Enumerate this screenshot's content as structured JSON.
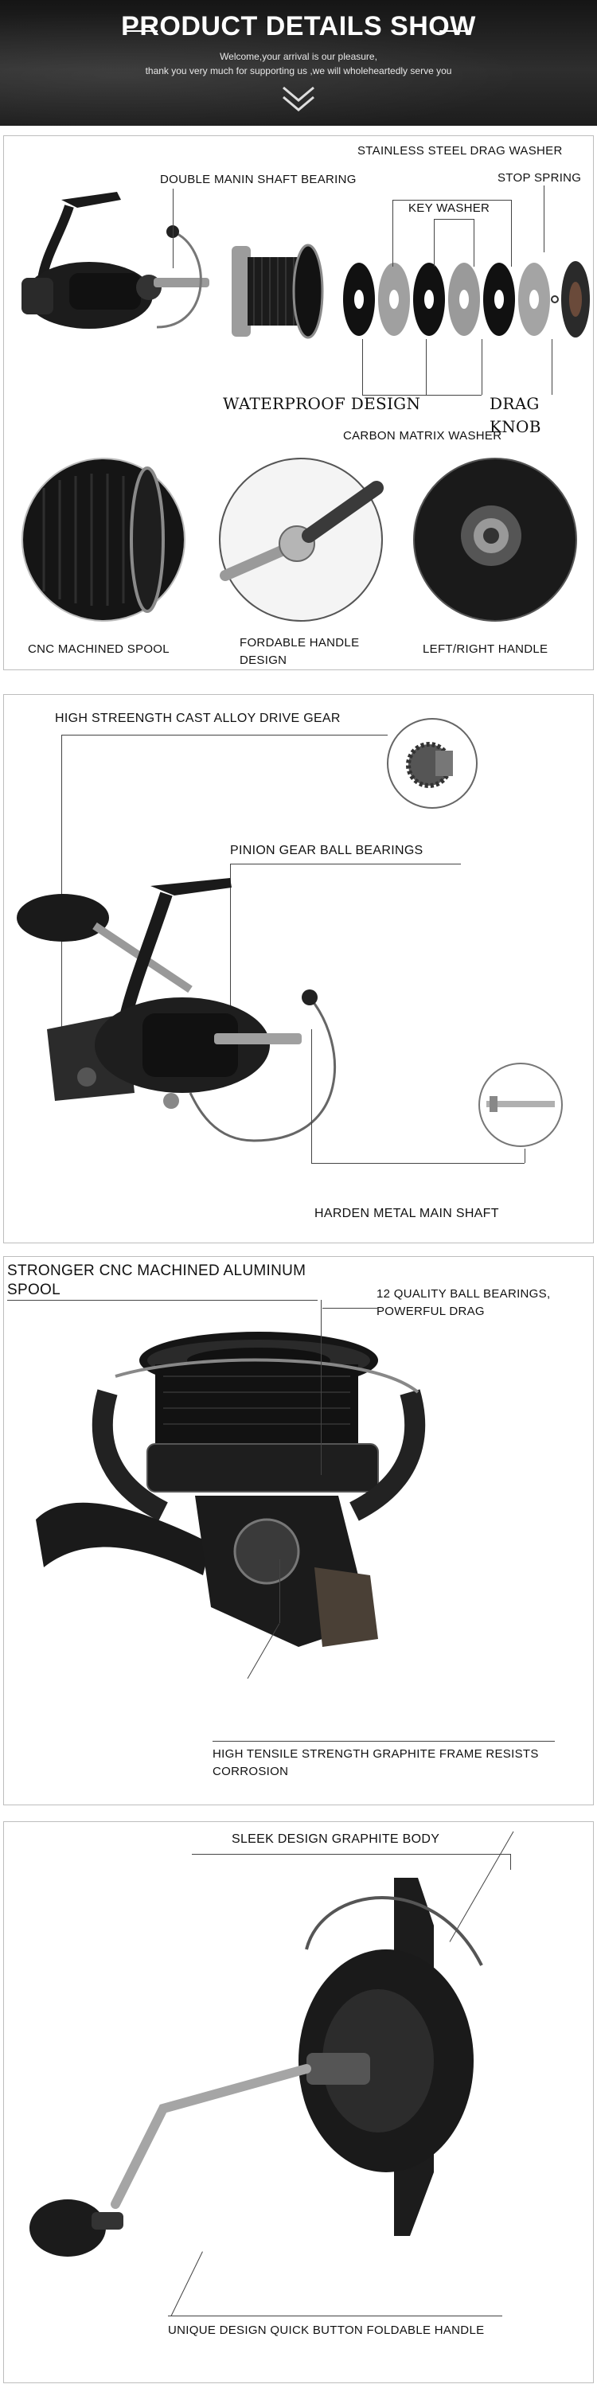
{
  "header": {
    "title": "PRODUCT DETAILS SHOW",
    "welcome": "Welcome,your arrival is our pleasure,",
    "thanks": "thank you very much for supporting us ,we will wholeheartedly serve you"
  },
  "section1": {
    "labels": {
      "stainless_washer": "STAINLESS STEEL DRAG WASHER",
      "double_bearing": "DOUBLE MANIN SHAFT BEARING",
      "stop_spring": "STOP SPRING",
      "key_washer": "KEY WASHER",
      "waterproof": "WATERPROOF DESIGN",
      "drag_knob": "DRAG KNOB",
      "carbon_washer": "CARBON MATRIX WASHER",
      "cnc_spool": "CNC MACHINED SPOOL",
      "foldable_handle": "FORDABLE HANDLE DESIGN",
      "left_right_handle": "LEFT/RIGHT HANDLE"
    }
  },
  "section2": {
    "labels": {
      "drive_gear": "HIGH STREENGTH CAST ALLOY DRIVE GEAR",
      "pinion_bearings": "PINION GEAR BALL BEARINGS",
      "main_shaft": "HARDEN METAL MAIN SHAFT"
    }
  },
  "section3": {
    "labels": {
      "cnc_aluminum": "STRONGER CNC MACHINED ALUMINUM SPOOL",
      "ball_bearings": "12 QUALITY BALL BEARINGS, POWERFUL DRAG",
      "graphite_frame": "HIGH TENSILE STRENGTH GRAPHITE FRAME RESISTS CORROSION"
    }
  },
  "section4": {
    "labels": {
      "graphite_body": "SLEEK DESIGN GRAPHITE BODY",
      "quick_button": "UNIQUE DESIGN QUICK BUTTON FOLDABLE HANDLE"
    }
  },
  "colors": {
    "banner": "#1f1f1f",
    "reel_black": "#1a1a1a",
    "metal": "#a8a8a8",
    "border": "#bdbdbd"
  }
}
